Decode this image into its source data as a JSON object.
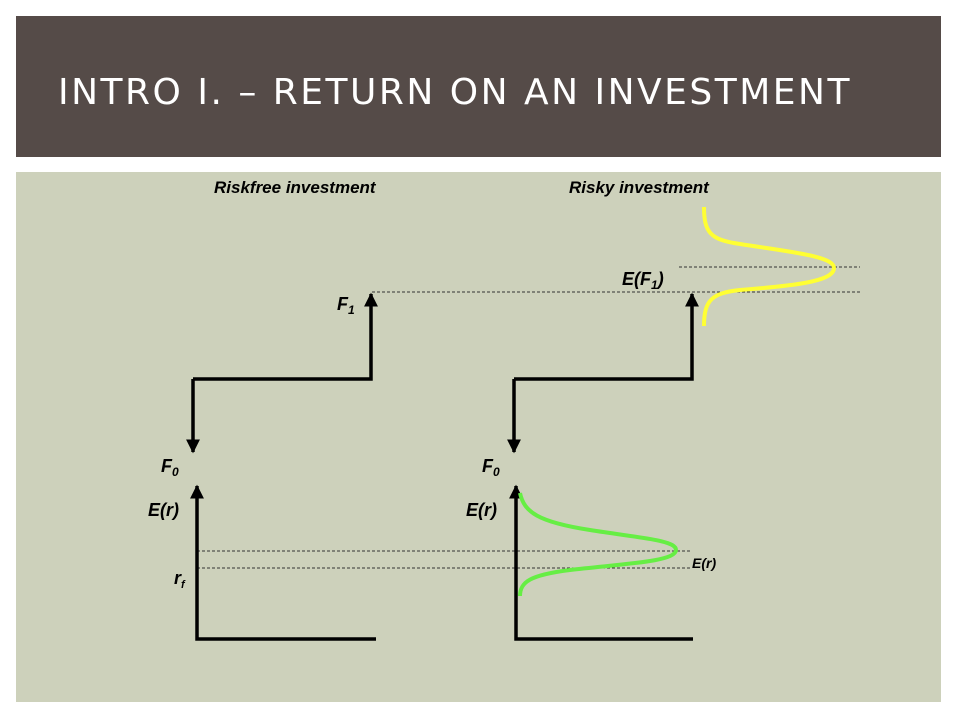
{
  "slide": {
    "title": "INTRO I. – RETURN ON AN INVESTMENT",
    "colors": {
      "title_bg": "#554b48",
      "content_bg": "#cdd1bb",
      "risky_cashflow_curve": "#ffff33",
      "risky_return_curve": "#66ee44"
    }
  },
  "diagram": {
    "riskfree": {
      "heading": "Riskfree investment",
      "f1": "F",
      "f1_sub": "1",
      "f0": "F",
      "f0_sub": "0",
      "er": "E(",
      "er_r": "r",
      "er_close": ")",
      "rf": "r",
      "rf_sub": "f"
    },
    "risky": {
      "heading": "Risky investment",
      "ef1": "E(F",
      "ef1_sub": "1",
      "ef1_close": ")",
      "f0": "F",
      "f0_sub": "0",
      "er": "E(",
      "er_r": "r",
      "er_close": ")",
      "er_right": "E(",
      "er_right_r": "r",
      "er_right_close": ")"
    }
  }
}
